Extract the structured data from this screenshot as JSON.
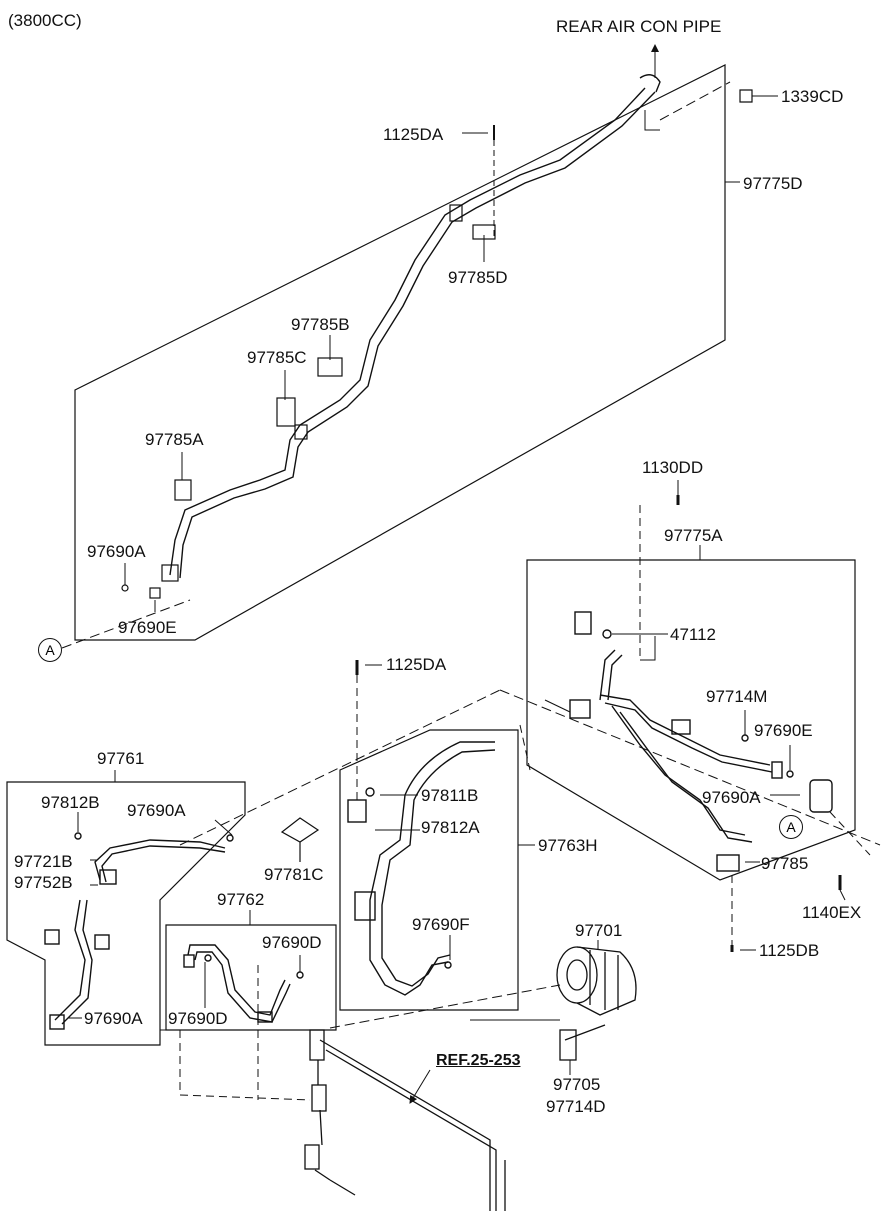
{
  "header": {
    "engine": "(3800CC)"
  },
  "labels": {
    "rear_pipe": "REAR AIR CON PIPE",
    "p1339CD": "1339CD",
    "p1125DA_top": "1125DA",
    "p97775D": "97775D",
    "p97785D": "97785D",
    "p97785B": "97785B",
    "p97785C": "97785C",
    "p97785A": "97785A",
    "p97690A_top": "97690A",
    "p97690E_top": "97690E",
    "p1130DD": "1130DD",
    "p97775A": "97775A",
    "p47112": "47112",
    "p1125DA_mid": "1125DA",
    "p97714M": "97714M",
    "p97690E_right": "97690E",
    "p97761": "97761",
    "p97811B": "97811B",
    "p97812B": "97812B",
    "p97690A_left": "97690A",
    "p97812A": "97812A",
    "p97690A_right": "97690A",
    "p97763H": "97763H",
    "p97785": "97785",
    "p97721B": "97721B",
    "p97752B": "97752B",
    "p97781C": "97781C",
    "p1140EX": "1140EX",
    "p97762": "97762",
    "p97690D_top": "97690D",
    "p97690F": "97690F",
    "p97701": "97701",
    "p1125DB": "1125DB",
    "p97690A_bottom": "97690A",
    "p97690D_bottom": "97690D",
    "ref": "REF.25-253",
    "p97705": "97705",
    "p97714D": "97714D"
  },
  "markers": {
    "a1": "A",
    "a2": "A"
  }
}
